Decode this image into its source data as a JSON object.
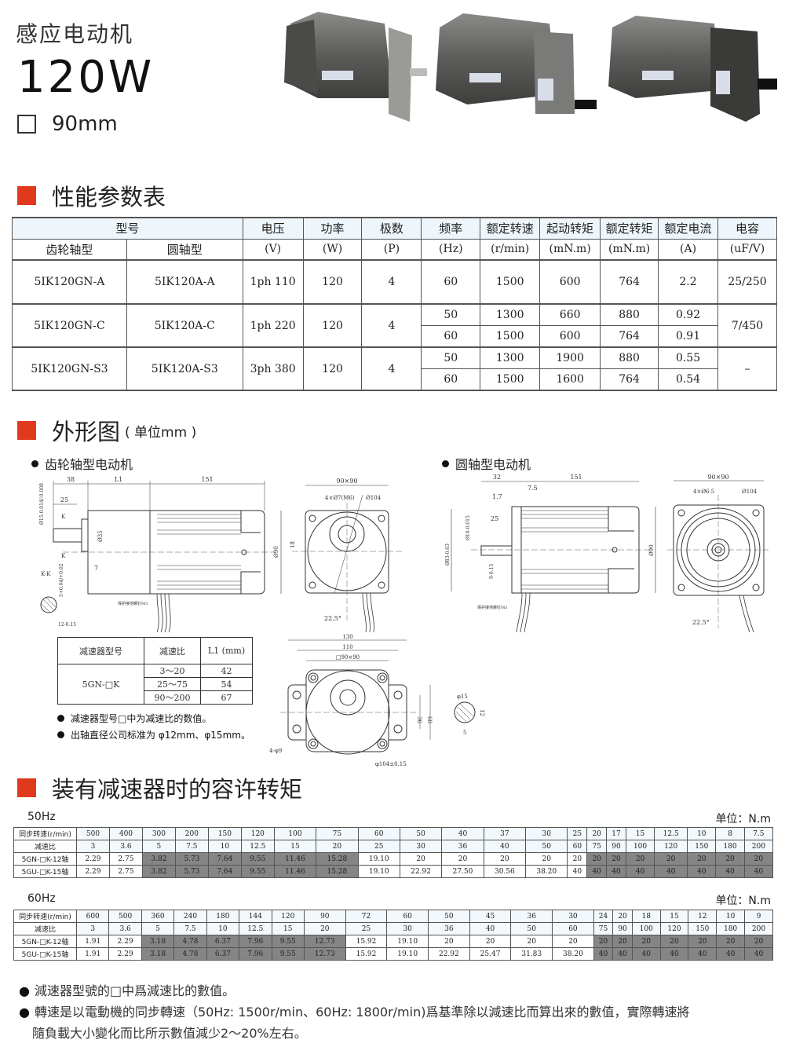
{
  "header": {
    "title": "感应电动机",
    "power": "120W",
    "frame_size": "90mm"
  },
  "photos": [
    "gear-motor-photo-1",
    "gear-motor-photo-2",
    "gear-motor-photo-3"
  ],
  "sections": {
    "performance": "性能参数表",
    "outline": "外形图",
    "outline_unit": "( 单位mm )",
    "torque": "装有减速器时的容许转矩"
  },
  "performance_table": {
    "group_header": "型号",
    "columns": [
      [
        "齿轮轴型",
        ""
      ],
      [
        "圆轴型",
        ""
      ],
      [
        "电压",
        "(V)"
      ],
      [
        "功率",
        "(W)"
      ],
      [
        "极数",
        "(P)"
      ],
      [
        "频率",
        "(Hz)"
      ],
      [
        "额定转速",
        "(r/min)"
      ],
      [
        "起动转矩",
        "(mN.m)"
      ],
      [
        "额定转矩",
        "(mN.m)"
      ],
      [
        "额定电流",
        "(A)"
      ],
      [
        "电容",
        "(uF/V)"
      ]
    ],
    "rows": [
      {
        "gear": "5IK120GN-A",
        "round": "5IK120A-A",
        "voltage": "1ph 110",
        "power": "120",
        "poles": "4",
        "cap": "25/250",
        "sub": [
          {
            "hz": "60",
            "speed": "1500",
            "start": "600",
            "rated": "764",
            "current": "2.2"
          }
        ]
      },
      {
        "gear": "5IK120GN-C",
        "round": "5IK120A-C",
        "voltage": "1ph 220",
        "power": "120",
        "poles": "4",
        "cap": "7/450",
        "sub": [
          {
            "hz": "50",
            "speed": "1300",
            "start": "660",
            "rated": "880",
            "current": "0.92"
          },
          {
            "hz": "60",
            "speed": "1500",
            "start": "600",
            "rated": "764",
            "current": "0.91"
          }
        ]
      },
      {
        "gear": "5IK120GN-S3",
        "round": "5IK120A-S3",
        "voltage": "3ph 380",
        "power": "120",
        "poles": "4",
        "cap": "–",
        "sub": [
          {
            "hz": "50",
            "speed": "1300",
            "start": "1900",
            "rated": "880",
            "current": "0.55"
          },
          {
            "hz": "60",
            "speed": "1500",
            "start": "1600",
            "rated": "764",
            "current": "0.54"
          }
        ]
      }
    ]
  },
  "outline": {
    "gear_motor_label": "齿轮轴型电动机",
    "round_motor_label": "圆轴型电动机",
    "gear_dims": {
      "d38": "38",
      "l1": "L1",
      "d151": "151",
      "d25": "25",
      "shaft": "Ø15-0.014/-0.008",
      "k": "K",
      "d35": "Ø35",
      "d7": "7",
      "kk": "K-K",
      "key": "5+0.04/+0.02",
      "d12": "12-0.15",
      "d90": "Ø90",
      "sq": "90×90",
      "holes": "4×Ø7(M6)",
      "pcd": "Ø104",
      "d18": "18",
      "ang": "22.5°",
      "screw": "保护接地螺钉M3"
    },
    "round_dims": {
      "d32": "32",
      "d151": "151",
      "d75": "7.5",
      "d17": "1.7",
      "d25": "25",
      "shaft": "Ø10-0.015",
      "d83": "Ø83-0.03",
      "d9": "9-0.15",
      "d90": "Ø90",
      "sq": "90×90",
      "holes": "4×Ø6.5",
      "pcd": "Ø104",
      "ang": "22.5°",
      "screw": "保护接地螺钉M3"
    },
    "gearhead_dims": {
      "d130": "130",
      "d110": "110",
      "sq": "□90×90",
      "d36": "36",
      "d60": "60",
      "holes": "4-φ9",
      "pcd": "φ104±0.15",
      "s15": "φ15",
      "s12": "12",
      "s5": "5"
    },
    "reducer_table": {
      "headers": [
        "减速器型号",
        "减速比",
        "L1 (mm)"
      ],
      "model": "5GN-□K",
      "rows": [
        [
          "3～20",
          "42"
        ],
        [
          "25～75",
          "54"
        ],
        [
          "90～200",
          "67"
        ]
      ]
    },
    "notes": [
      "减速器型号□中为减速比的数值。",
      "出轴直径公司标准为 φ12mm、φ15mm。"
    ]
  },
  "torque_tables": [
    {
      "freq": "50Hz",
      "unit": "单位：N.m",
      "row_labels": [
        "同步转速(r/min)",
        "减速比",
        "5GN-□K-12轴",
        "5GU-□K-15轴"
      ],
      "speed": [
        "500",
        "400",
        "300",
        "200",
        "150",
        "120",
        "100",
        "75",
        "60",
        "50",
        "40",
        "37",
        "30",
        "25",
        "20",
        "17",
        "15",
        "12.5",
        "10",
        "8",
        "7.5"
      ],
      "ratio": [
        "3",
        "3.6",
        "5",
        "7.5",
        "10",
        "12.5",
        "15",
        "20",
        "25",
        "30",
        "36",
        "40",
        "50",
        "60",
        "75",
        "90",
        "100",
        "120",
        "150",
        "180",
        "200"
      ],
      "k12": [
        "2.29",
        "2.75",
        "3.82",
        "5.73",
        "7.64",
        "9.55",
        "11.46",
        "15.28",
        "19.10",
        "20",
        "20",
        "20",
        "20",
        "20",
        "20",
        "20",
        "20",
        "20",
        "20",
        "20",
        "20"
      ],
      "k15": [
        "2.29",
        "2.75",
        "3.82",
        "5.73",
        "7.64",
        "9.55",
        "11.46",
        "15.28",
        "19.10",
        "22.92",
        "27.50",
        "30.56",
        "38.20",
        "40",
        "40",
        "40",
        "40",
        "40",
        "40",
        "40",
        "40"
      ]
    },
    {
      "freq": "60Hz",
      "unit": "单位：N.m",
      "row_labels": [
        "同步转速(r/min)",
        "减速比",
        "5GN-□K-12轴",
        "5GU-□K-15轴"
      ],
      "speed": [
        "600",
        "500",
        "360",
        "240",
        "180",
        "144",
        "120",
        "90",
        "72",
        "60",
        "50",
        "45",
        "36",
        "30",
        "24",
        "20",
        "18",
        "15",
        "12",
        "10",
        "9"
      ],
      "ratio": [
        "3",
        "3.6",
        "5",
        "7.5",
        "10",
        "12.5",
        "15",
        "20",
        "25",
        "30",
        "36",
        "40",
        "50",
        "60",
        "75",
        "90",
        "100",
        "120",
        "150",
        "180",
        "200"
      ],
      "k12": [
        "1.91",
        "2.29",
        "3.18",
        "4.78",
        "6.37",
        "7.96",
        "9.55",
        "12.73",
        "15.92",
        "19.10",
        "20",
        "20",
        "20",
        "20",
        "20",
        "20",
        "20",
        "20",
        "20",
        "20",
        "20"
      ],
      "k15": [
        "1.91",
        "2.29",
        "3.18",
        "4.78",
        "6.37",
        "7.96",
        "9.55",
        "12.73",
        "15.92",
        "19.10",
        "22.92",
        "25.47",
        "31.83",
        "38.20",
        "40",
        "40",
        "40",
        "40",
        "40",
        "40",
        "40"
      ]
    }
  ],
  "torque_shaded_ratio_indices": [
    2,
    3,
    4,
    5,
    6,
    7,
    14,
    15,
    16,
    17,
    18,
    19,
    20
  ],
  "footnotes": [
    "減速器型號的□中爲減速比的數值。",
    "轉速是以電動機的同步轉速（50Hz: 1500r/min、60Hz: 1800r/min)爲基準除以減速比而算出來的數值，實際轉速將",
    "隨負載大小變化而比所示數值減少2～20%左右。"
  ],
  "colors": {
    "accent": "#e03a1e",
    "shade": "#858585",
    "header_bg": "#eef6fb"
  }
}
